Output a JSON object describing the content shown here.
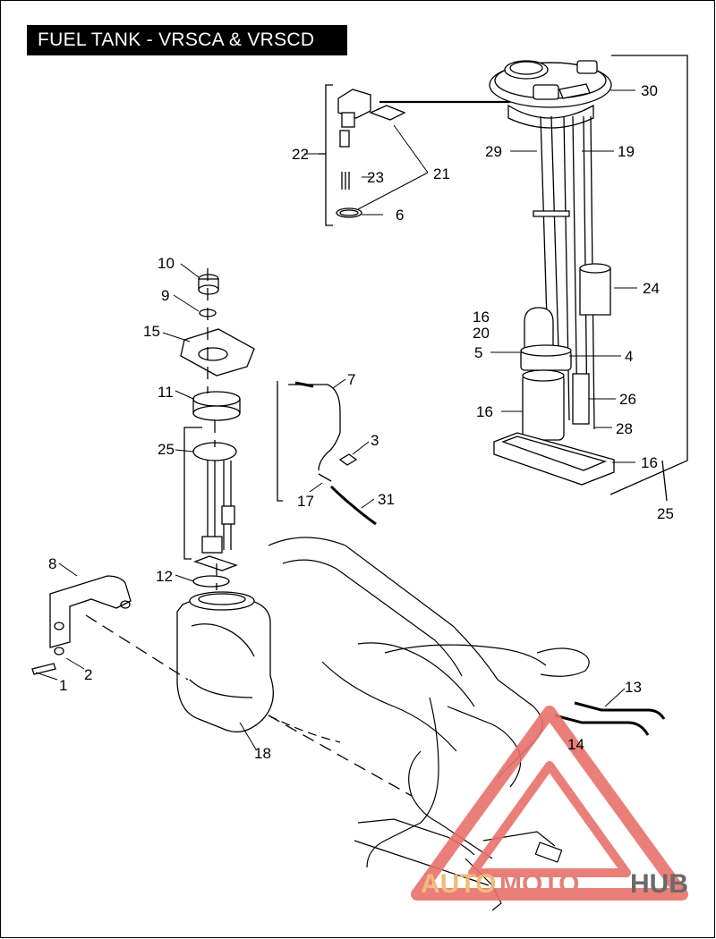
{
  "title": "FUEL TANK - VRSCA & VRSCD",
  "callouts": {
    "c1": "1",
    "c2": "2",
    "c3": "3",
    "c4": "4",
    "c5": "5",
    "c6": "6",
    "c7": "7",
    "c8": "8",
    "c9": "9",
    "c10": "10",
    "c11": "11",
    "c12": "12",
    "c13": "13",
    "c14": "14",
    "c15": "15",
    "c16a": "16",
    "c16b": "16",
    "c16c": "16",
    "c17": "17",
    "c18": "18",
    "c19": "19",
    "c20": "20",
    "c21": "21",
    "c22": "22",
    "c23": "23",
    "c24": "24",
    "c25a": "25",
    "c25b": "25",
    "c26": "26",
    "c28": "28",
    "c29": "29",
    "c30": "30",
    "c31": "31"
  },
  "watermark": {
    "word1": "AUTO",
    "word2": "MOTO",
    "word3": "HUB",
    "colors": {
      "triangle": "#e8726c",
      "auto": "#f2b36b",
      "hub": "#5a5a5a"
    }
  }
}
